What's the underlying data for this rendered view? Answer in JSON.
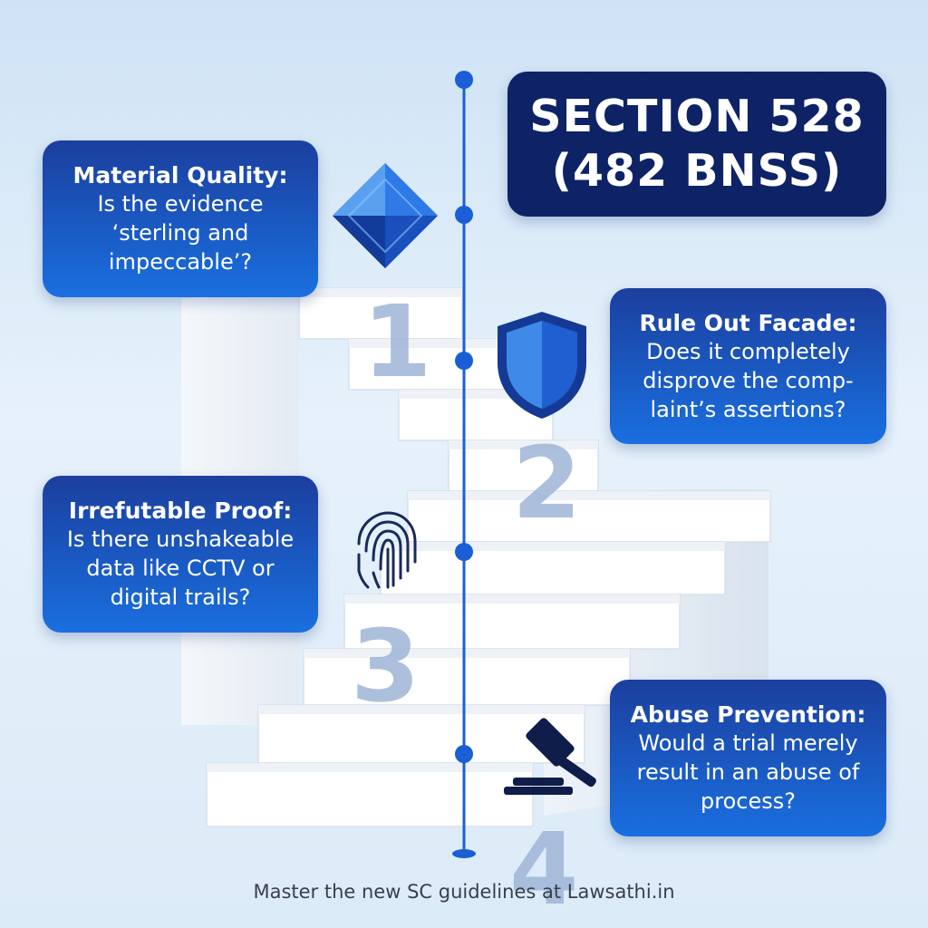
{
  "title": {
    "line1": "SECTION 528",
    "line2": "(482 BNSS)"
  },
  "cards": [
    {
      "number": "1",
      "icon": "diamond-icon",
      "heading": "Material Quality:",
      "lines": [
        "Is the evidence",
        "‘sterling and",
        "impeccable’?"
      ]
    },
    {
      "number": "2",
      "icon": "shield-icon",
      "heading": "Rule Out Facade:",
      "lines": [
        "Does it completely",
        "disprove the comp-",
        "laint’s assertions?"
      ]
    },
    {
      "number": "3",
      "icon": "fingerprint-icon",
      "heading": "Irrefutable Proof:",
      "lines": [
        "Is there unshakeable",
        "data like CCTV or",
        "digital trails?"
      ]
    },
    {
      "number": "4",
      "icon": "gavel-icon",
      "heading": "Abuse Prevention:",
      "lines": [
        "Would a trial merely",
        "result in an abuse of",
        "process?"
      ]
    }
  ],
  "footer": "Master the new SC guidelines at Lawsathi.in",
  "colors": {
    "card_top": "#1b3f9e",
    "card_bottom": "#1a6fe0",
    "title_bg": "#0e2266",
    "timeline": "#1a5fd6",
    "step_number": "#9eb5d6"
  }
}
